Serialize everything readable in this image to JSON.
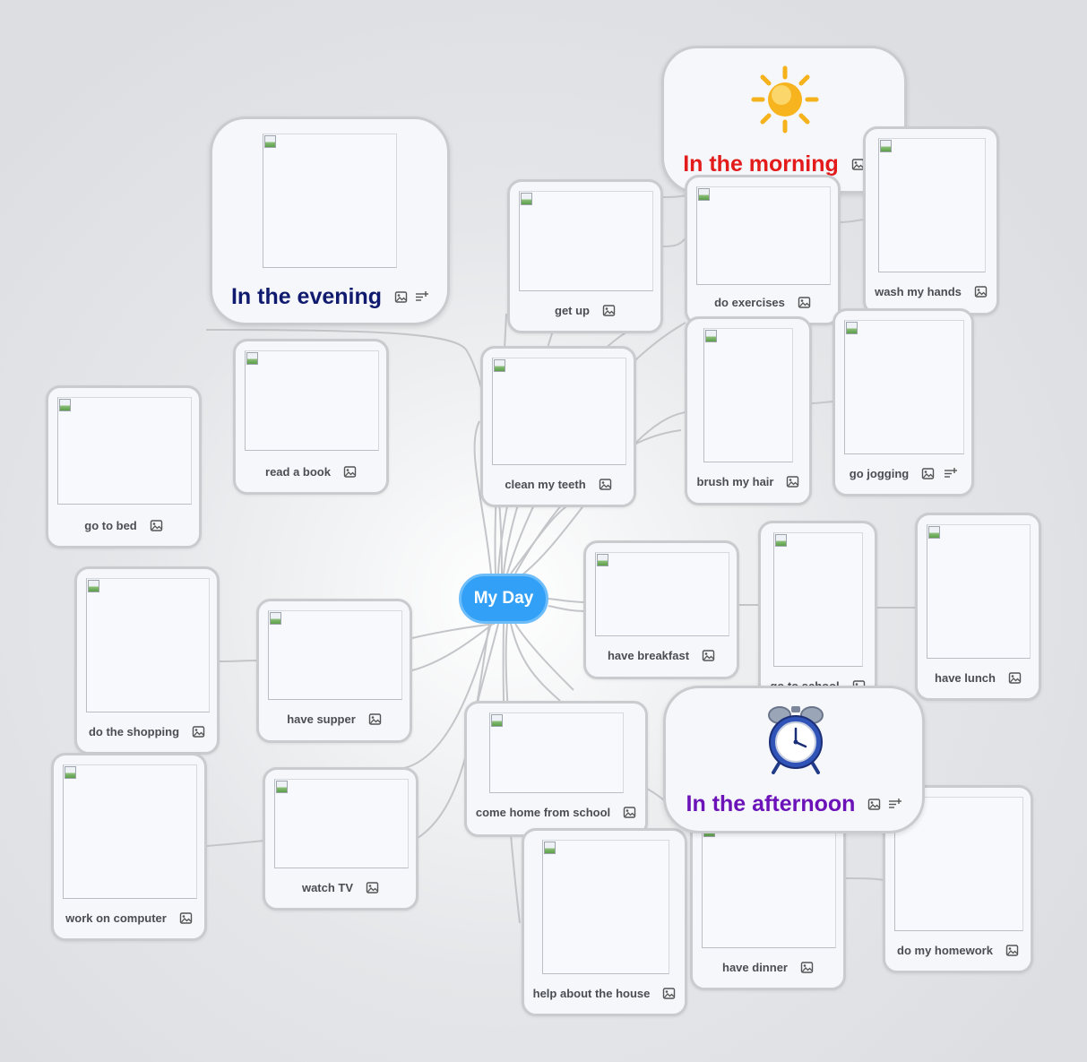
{
  "central_topic": "My Day",
  "groups": {
    "morning": {
      "title": "In the morning",
      "color": "#e31b1b",
      "icon": "sun-icon"
    },
    "evening": {
      "title": "In the evening",
      "color": "#101a6e",
      "icon": "image-placeholder"
    },
    "afternoon": {
      "title": "In the afternoon",
      "color": "#6b12b8",
      "icon": "alarm-clock-icon"
    }
  },
  "topics": {
    "get_up": "get up",
    "do_exercises": "do exercises",
    "wash_my_hands": "wash my hands",
    "clean_my_teeth": "clean my teeth",
    "brush_my_hair": "brush my hair",
    "go_jogging": "go jogging",
    "read_a_book": "read a book",
    "go_to_bed": "go to bed",
    "do_the_shopping": "do the shopping",
    "have_supper": "have supper",
    "have_breakfast": "have breakfast",
    "go_to_school": "go to school",
    "have_lunch": "have lunch",
    "work_on_computer": "work on computer",
    "watch_tv": "watch TV",
    "come_home_from_school": "come home from school",
    "help_about_the_house": "help about the house",
    "have_dinner": "have dinner",
    "do_my_homework": "do my homework"
  },
  "icons": {
    "image": "image-icon",
    "notes": "notes-add-icon"
  },
  "colors": {
    "center": "#33a0f7",
    "connector": "#c2c4c8",
    "card_border": "#c9cbce"
  }
}
